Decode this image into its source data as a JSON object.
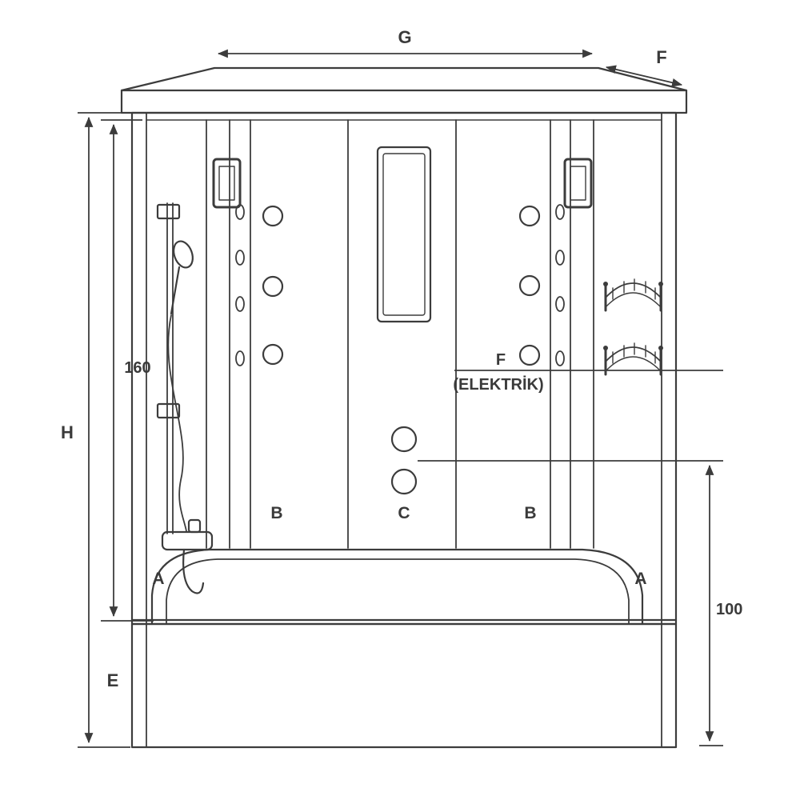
{
  "colors": {
    "line": "#3c3c3c",
    "background": "#ffffff"
  },
  "dims": {
    "g": "G",
    "f": "F",
    "h": "H",
    "h160": "160",
    "e": "E",
    "n100": "100"
  },
  "panels": {
    "a_left": "A",
    "b_left": "B",
    "c": "C",
    "b_right": "B",
    "a_right": "A"
  },
  "callout": {
    "top": "F",
    "bottom": "(ELEKTRİK)"
  }
}
